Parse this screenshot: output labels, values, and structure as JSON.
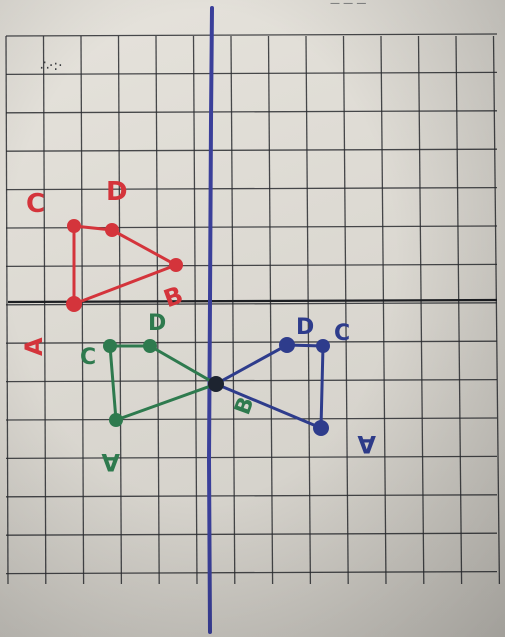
{
  "photo": {
    "subject": "hand-drawn coordinate grid with red, green and blue quadrilaterals",
    "colors": {
      "paper": "#dedbd4",
      "grid": "#2b2d31",
      "axis_y": "#3a3f9a",
      "red": "#d4343b",
      "green": "#2e7a4e",
      "blue": "#2e3c8c"
    },
    "corner_scribble": "∴·:·",
    "red_labels": {
      "left_top": "C",
      "right_top": "D",
      "right": "B",
      "left_bottom": "A"
    },
    "green_labels": {
      "top_left": "C",
      "top_right": "D",
      "bottom": "A"
    },
    "blue_labels": {
      "top_left": "D",
      "top_right": "C",
      "bottom_right": "A"
    },
    "center_label": "B"
  }
}
